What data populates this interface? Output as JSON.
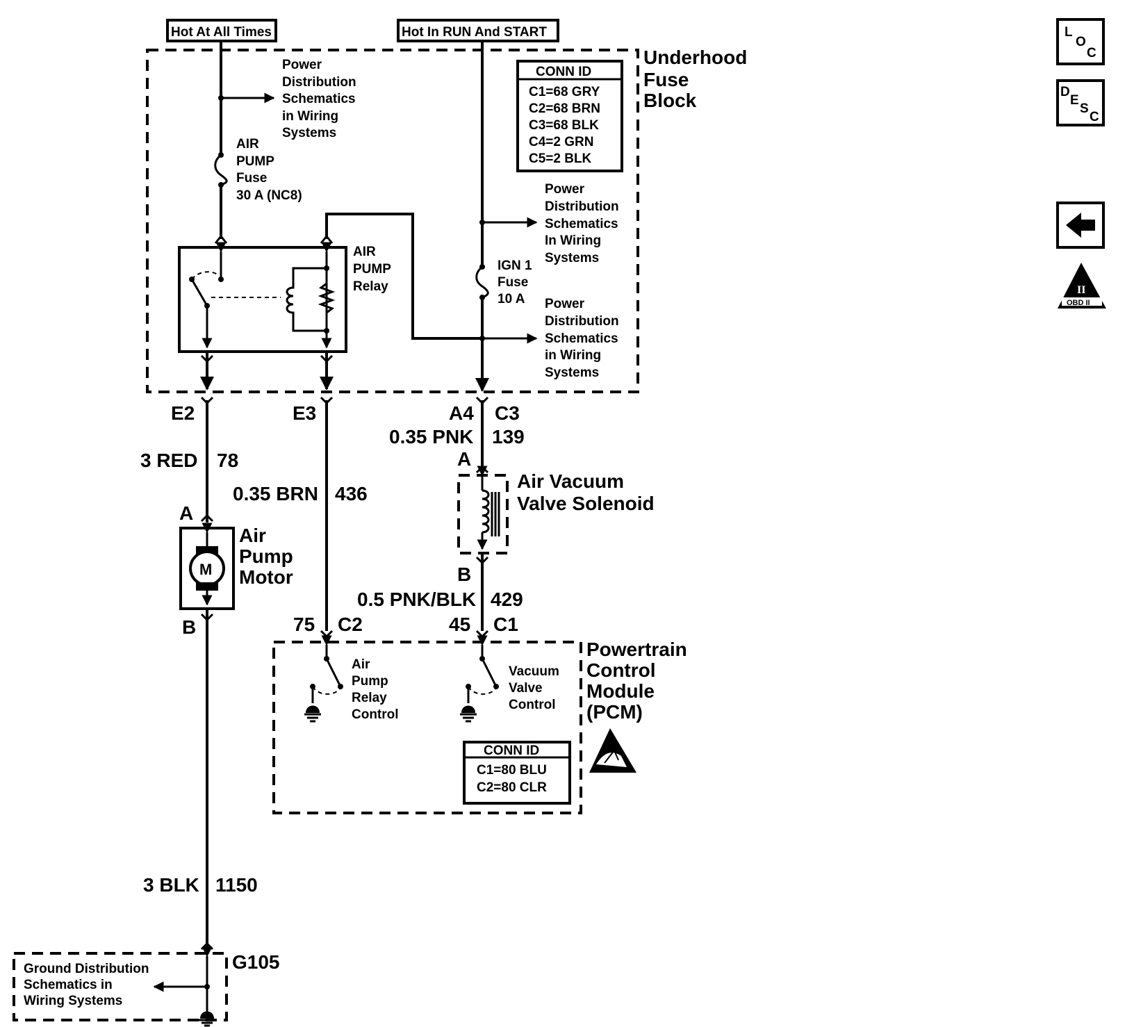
{
  "power_labels": {
    "hot_all_times": "Hot At All Times",
    "hot_run_start": "Hot In RUN And START"
  },
  "fuse_block": {
    "title": [
      "Underhood",
      "Fuse",
      "Block"
    ],
    "conn_id_title": "CONN ID",
    "conn_ids": [
      "C1=68 GRY",
      "C2=68 BRN",
      "C3=68 BLK",
      "C4=2 GRN",
      "C5=2 BLK"
    ],
    "power_dist_1": [
      "Power",
      "Distribution",
      "Schematics",
      "in Wiring",
      "Systems"
    ],
    "power_dist_2": [
      "Power",
      "Distribution",
      "Schematics",
      "In Wiring",
      "Systems"
    ],
    "power_dist_3": [
      "Power",
      "Distribution",
      "Schematics",
      "in Wiring",
      "Systems"
    ],
    "air_pump_fuse": [
      "AIR",
      "PUMP",
      "Fuse",
      "30 A (NC8)"
    ],
    "ign_fuse": [
      "IGN 1",
      "Fuse",
      "10 A"
    ],
    "relay": [
      "AIR",
      "PUMP",
      "Relay"
    ]
  },
  "connectors": {
    "e2": "E2",
    "e3": "E3",
    "a4": "A4",
    "c3": "C3",
    "motor_a": "A",
    "motor_b": "B",
    "sol_a": "A",
    "sol_b": "B",
    "pcm_75": "75",
    "pcm_c2": "C2",
    "pcm_45": "45",
    "pcm_c1": "C1",
    "g105": "G105"
  },
  "wires": {
    "red_size": "3 RED",
    "red_circuit": "78",
    "brn_size": "0.35 BRN",
    "brn_circuit": "436",
    "pnk_size": "0.35 PNK",
    "pnk_circuit": "139",
    "pnkblk_size": "0.5 PNK/BLK",
    "pnkblk_circuit": "429",
    "blk_size": "3 BLK",
    "blk_circuit": "1150"
  },
  "components": {
    "motor": [
      "Air",
      "Pump",
      "Motor"
    ],
    "motor_symbol": "M",
    "solenoid": [
      "Air Vacuum",
      "Valve Solenoid"
    ]
  },
  "pcm": {
    "title": [
      "Powertrain",
      "Control",
      "Module",
      "(PCM)"
    ],
    "relay_control": [
      "Air",
      "Pump",
      "Relay",
      "Control"
    ],
    "vacuum_control": [
      "Vacuum",
      "Valve",
      "Control"
    ],
    "conn_id_title": "CONN ID",
    "conn_ids": [
      "C1=80 BLU",
      "C2=80 CLR"
    ]
  },
  "ground": {
    "dist": [
      "Ground Distribution",
      "Schematics in",
      "Wiring Systems"
    ]
  },
  "side_icons": {
    "loc": [
      "L",
      "O",
      "C"
    ],
    "desc": [
      "D",
      "E",
      "S",
      "C"
    ],
    "obd": "OBD II",
    "obd_numeral": "II",
    "back_icon": "left-arrow-icon"
  }
}
